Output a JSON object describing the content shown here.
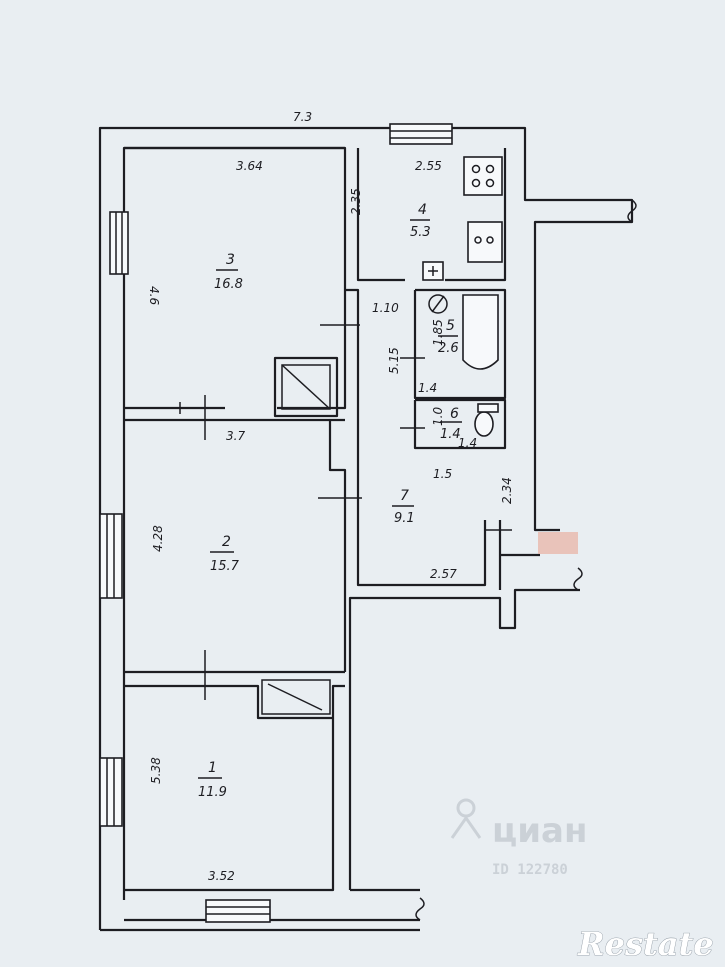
{
  "dimensions": {
    "total_width": "7.3",
    "room3_top": "3.64",
    "room3_side": "4.6",
    "room3_bottom": "3.7",
    "kitchen_top": "2.55",
    "kitchen_side": "2.35",
    "hall_small": "1.10",
    "corridor": "5.15",
    "bath_side": "1.85",
    "bath_bottom": "1.4",
    "wc_side": "1.0",
    "wc_bottom": "1.4",
    "lower_width": "1.5",
    "room7_side": "2.34",
    "room7_bottom": "2.57",
    "room2_side": "4.28",
    "room1_side": "5.38",
    "room1_bottom": "3.52"
  },
  "rooms": [
    {
      "num": "1",
      "area": "11.9"
    },
    {
      "num": "2",
      "area": "15.7"
    },
    {
      "num": "3",
      "area": "16.8"
    },
    {
      "num": "4",
      "area": "5.3"
    },
    {
      "num": "5",
      "area": "2.6"
    },
    {
      "num": "6",
      "area": "1.4"
    },
    {
      "num": "7",
      "area": "9.1"
    }
  ],
  "watermark": {
    "text": "циан",
    "id": "ID 122780"
  },
  "brand": "Restate"
}
